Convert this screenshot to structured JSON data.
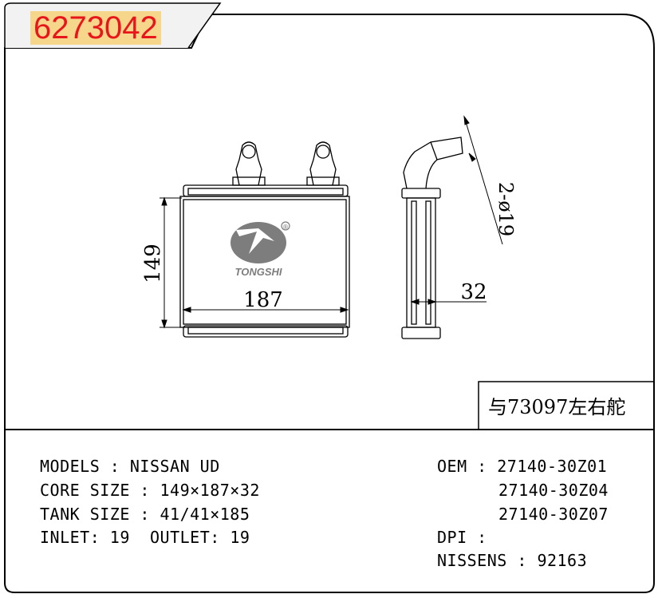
{
  "header": {
    "part_number": "6273042"
  },
  "note": {
    "text": "与73097左右舵"
  },
  "logo": {
    "brand": "TONGSHI",
    "registered_mark": "®"
  },
  "dimensions": {
    "height": "149",
    "width": "187",
    "depth": "32",
    "pipe": "2-ø19"
  },
  "specs": {
    "models": {
      "label": "MODELS",
      "sep": ":",
      "value": "NISSAN UD"
    },
    "core_size": {
      "label": "CORE SIZE",
      "sep": ":",
      "value": "149×187×32"
    },
    "tank_size": {
      "label": "TANK SIZE",
      "sep": ":",
      "value": "41/41×185"
    },
    "inlet": {
      "label": "INLET:",
      "value": "19"
    },
    "outlet": {
      "label": "OUTLET:",
      "value": "19"
    }
  },
  "references": {
    "oem": {
      "label": "OEM",
      "sep": ":",
      "values": [
        "27140-30Z01",
        "27140-30Z04",
        "27140-30Z07"
      ]
    },
    "dpi": {
      "label": "DPI",
      "sep": ":"
    },
    "nissens": {
      "label": "NISSENS",
      "sep": ":",
      "value": "92163"
    }
  },
  "colors": {
    "badge_bg": "#f5d68a",
    "badge_text": "#e8161b",
    "logo": "#7d7d7d",
    "line": "#000000"
  }
}
